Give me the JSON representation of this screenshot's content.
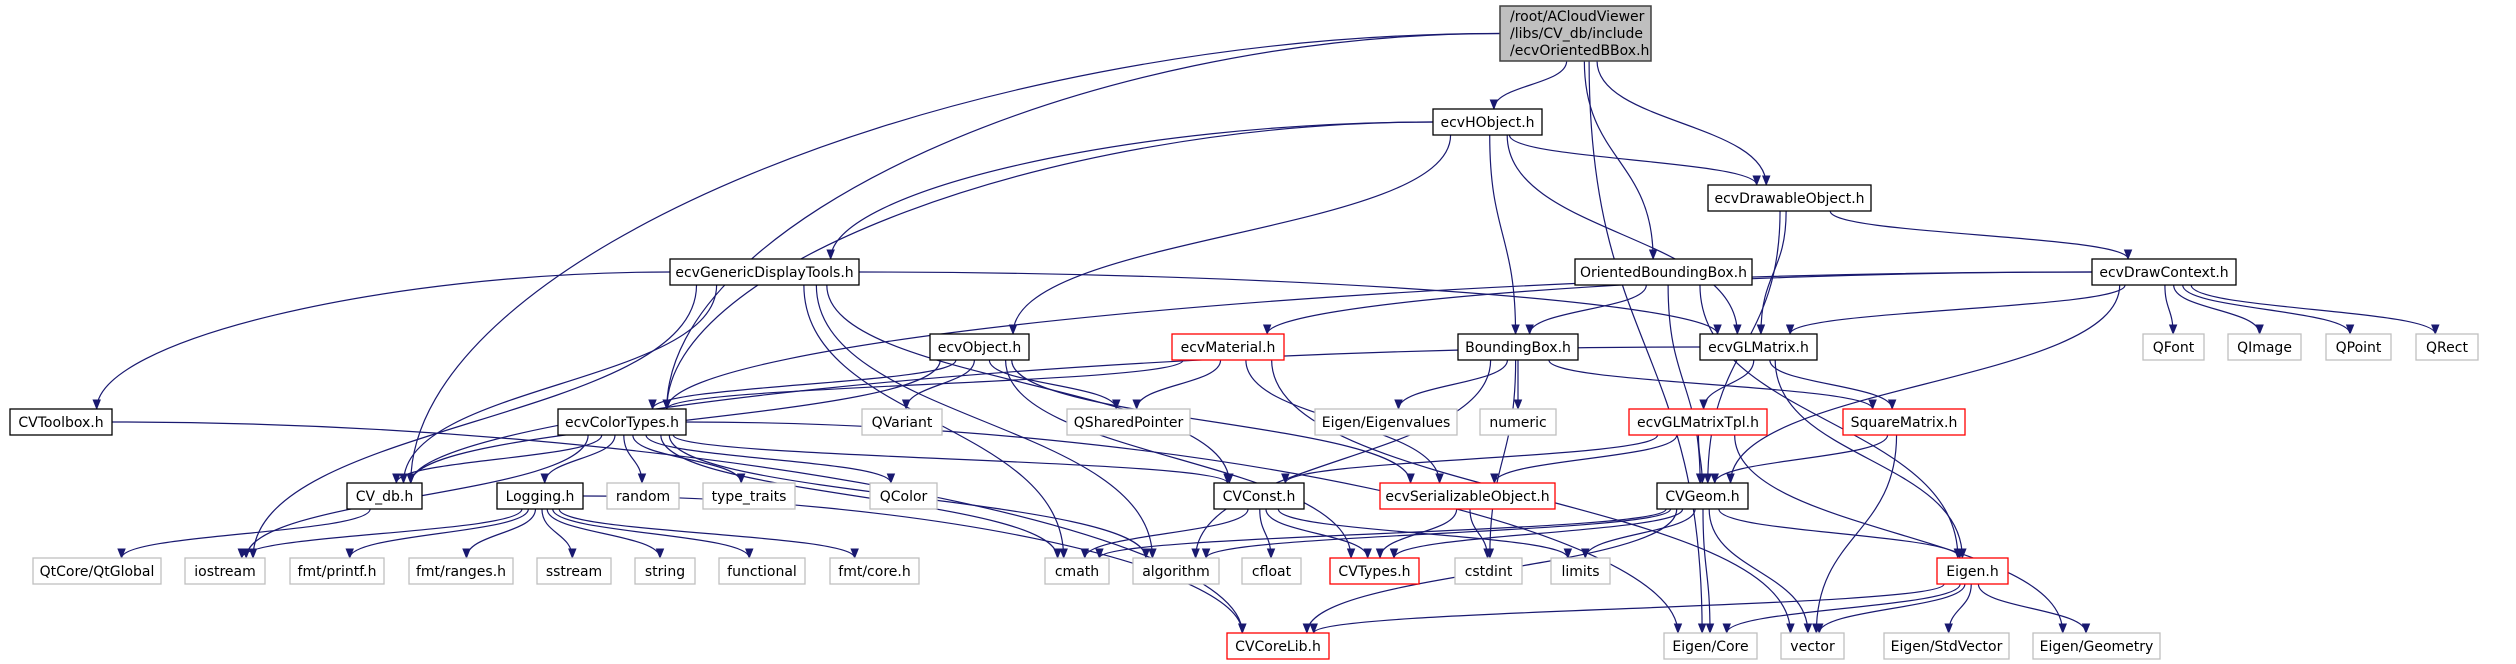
{
  "colors": {
    "edge": "#191970",
    "root_fill": "#bfbfbf",
    "root_border": "#404040",
    "documented_border": "#000000",
    "external_border": "#bfbfbf",
    "incomplete_border": "#ff0000",
    "external_text": "#000000"
  },
  "root": {
    "lines": [
      "/root/ACloudViewer",
      "/libs/CV_db/include",
      "/ecvOrientedBBox.h"
    ]
  },
  "nodes": [
    {
      "id": "ecvHObject",
      "label": "ecvHObject.h",
      "style": "documented"
    },
    {
      "id": "ecvDrawableObject",
      "label": "ecvDrawableObject.h",
      "style": "documented"
    },
    {
      "id": "ecvGenericDisplayTools",
      "label": "ecvGenericDisplayTools.h",
      "style": "documented"
    },
    {
      "id": "OrientedBoundingBox",
      "label": "OrientedBoundingBox.h",
      "style": "documented"
    },
    {
      "id": "ecvDrawContext",
      "label": "ecvDrawContext.h",
      "style": "documented"
    },
    {
      "id": "ecvObject",
      "label": "ecvObject.h",
      "style": "documented"
    },
    {
      "id": "ecvMaterial",
      "label": "ecvMaterial.h",
      "style": "incomplete"
    },
    {
      "id": "BoundingBox",
      "label": "BoundingBox.h",
      "style": "documented"
    },
    {
      "id": "ecvGLMatrix",
      "label": "ecvGLMatrix.h",
      "style": "documented"
    },
    {
      "id": "QFont",
      "label": "QFont",
      "style": "external"
    },
    {
      "id": "QImage",
      "label": "QImage",
      "style": "external"
    },
    {
      "id": "QPoint",
      "label": "QPoint",
      "style": "external"
    },
    {
      "id": "QRect",
      "label": "QRect",
      "style": "external"
    },
    {
      "id": "CVToolbox",
      "label": "CVToolbox.h",
      "style": "documented"
    },
    {
      "id": "ecvColorTypes",
      "label": "ecvColorTypes.h",
      "style": "documented"
    },
    {
      "id": "QVariant",
      "label": "QVariant",
      "style": "external"
    },
    {
      "id": "QSharedPointer",
      "label": "QSharedPointer",
      "style": "external"
    },
    {
      "id": "EigenEigenvalues",
      "label": "Eigen/Eigenvalues",
      "style": "external"
    },
    {
      "id": "numeric",
      "label": "numeric",
      "style": "external"
    },
    {
      "id": "ecvGLMatrixTpl",
      "label": "ecvGLMatrixTpl.h",
      "style": "incomplete"
    },
    {
      "id": "SquareMatrix",
      "label": "SquareMatrix.h",
      "style": "incomplete"
    },
    {
      "id": "CV_db",
      "label": "CV_db.h",
      "style": "documented"
    },
    {
      "id": "Logging",
      "label": "Logging.h",
      "style": "documented"
    },
    {
      "id": "random",
      "label": "random",
      "style": "external"
    },
    {
      "id": "type_traits",
      "label": "type_traits",
      "style": "external"
    },
    {
      "id": "QColor",
      "label": "QColor",
      "style": "external"
    },
    {
      "id": "CVConst",
      "label": "CVConst.h",
      "style": "documented"
    },
    {
      "id": "ecvSerializableObject",
      "label": "ecvSerializableObject.h",
      "style": "incomplete"
    },
    {
      "id": "CVGeom",
      "label": "CVGeom.h",
      "style": "documented"
    },
    {
      "id": "QtGlobal",
      "label": "QtCore/QtGlobal",
      "style": "external"
    },
    {
      "id": "iostream",
      "label": "iostream",
      "style": "external"
    },
    {
      "id": "fmtprintf",
      "label": "fmt/printf.h",
      "style": "external"
    },
    {
      "id": "fmtranges",
      "label": "fmt/ranges.h",
      "style": "external"
    },
    {
      "id": "sstream",
      "label": "sstream",
      "style": "external"
    },
    {
      "id": "string",
      "label": "string",
      "style": "external"
    },
    {
      "id": "functional",
      "label": "functional",
      "style": "external"
    },
    {
      "id": "fmtcore",
      "label": "fmt/core.h",
      "style": "external"
    },
    {
      "id": "cmath",
      "label": "cmath",
      "style": "external"
    },
    {
      "id": "algorithm",
      "label": "algorithm",
      "style": "external"
    },
    {
      "id": "cfloat",
      "label": "cfloat",
      "style": "external"
    },
    {
      "id": "CVTypes",
      "label": "CVTypes.h",
      "style": "incomplete"
    },
    {
      "id": "cstdint",
      "label": "cstdint",
      "style": "external"
    },
    {
      "id": "limits",
      "label": "limits",
      "style": "external"
    },
    {
      "id": "Eigenh",
      "label": "Eigen.h",
      "style": "incomplete"
    },
    {
      "id": "CVCoreLib",
      "label": "CVCoreLib.h",
      "style": "incomplete"
    },
    {
      "id": "EigenCore",
      "label": "Eigen/Core",
      "style": "external"
    },
    {
      "id": "vector",
      "label": "vector",
      "style": "external"
    },
    {
      "id": "EigenStdVector",
      "label": "Eigen/StdVector",
      "style": "external"
    },
    {
      "id": "EigenGeometry",
      "label": "Eigen/Geometry",
      "style": "external"
    }
  ],
  "edges": [
    [
      "root",
      "ecvHObject"
    ],
    [
      "root",
      "OrientedBoundingBox"
    ],
    [
      "root",
      "ecvDrawableObject"
    ],
    [
      "root",
      "CV_db"
    ],
    [
      "root",
      "ecvColorTypes"
    ],
    [
      "root",
      "EigenCore"
    ],
    [
      "ecvHObject",
      "ecvGenericDisplayTools"
    ],
    [
      "ecvHObject",
      "ecvObject"
    ],
    [
      "ecvHObject",
      "ecvColorTypes"
    ],
    [
      "ecvHObject",
      "BoundingBox"
    ],
    [
      "ecvHObject",
      "ecvGLMatrix"
    ],
    [
      "ecvHObject",
      "ecvDrawableObject"
    ],
    [
      "ecvDrawableObject",
      "ecvGLMatrix"
    ],
    [
      "ecvDrawableObject",
      "ecvDrawContext"
    ],
    [
      "ecvDrawableObject",
      "CVGeom"
    ],
    [
      "ecvDrawContext",
      "QFont"
    ],
    [
      "ecvDrawContext",
      "QImage"
    ],
    [
      "ecvDrawContext",
      "QPoint"
    ],
    [
      "ecvDrawContext",
      "QRect"
    ],
    [
      "ecvDrawContext",
      "ecvGLMatrix"
    ],
    [
      "ecvDrawContext",
      "ecvMaterial"
    ],
    [
      "ecvDrawContext",
      "CVGeom"
    ],
    [
      "ecvDrawContext",
      "ecvColorTypes"
    ],
    [
      "OrientedBoundingBox",
      "BoundingBox"
    ],
    [
      "OrientedBoundingBox",
      "CVGeom"
    ],
    [
      "OrientedBoundingBox",
      "Eigenh"
    ],
    [
      "ecvGenericDisplayTools",
      "CVToolbox"
    ],
    [
      "ecvGenericDisplayTools",
      "CV_db"
    ],
    [
      "ecvGenericDisplayTools",
      "iostream"
    ],
    [
      "ecvGenericDisplayTools",
      "ecvGLMatrix"
    ],
    [
      "ecvGenericDisplayTools",
      "CVConst"
    ],
    [
      "ecvGenericDisplayTools",
      "cmath"
    ],
    [
      "ecvGenericDisplayTools",
      "algorithm"
    ],
    [
      "ecvObject",
      "QVariant"
    ],
    [
      "ecvObject",
      "QSharedPointer"
    ],
    [
      "ecvObject",
      "ecvColorTypes"
    ],
    [
      "ecvObject",
      "CV_db"
    ],
    [
      "ecvObject",
      "CVTypes"
    ],
    [
      "ecvObject",
      "ecvSerializableObject"
    ],
    [
      "ecvMaterial",
      "QSharedPointer"
    ],
    [
      "ecvMaterial",
      "ecvSerializableObject"
    ],
    [
      "ecvMaterial",
      "ecvColorTypes"
    ],
    [
      "ecvMaterial",
      "vector"
    ],
    [
      "BoundingBox",
      "EigenEigenvalues"
    ],
    [
      "BoundingBox",
      "numeric"
    ],
    [
      "BoundingBox",
      "algorithm"
    ],
    [
      "BoundingBox",
      "cstdint"
    ],
    [
      "BoundingBox",
      "SquareMatrix"
    ],
    [
      "ecvGLMatrix",
      "ecvGLMatrixTpl"
    ],
    [
      "ecvGLMatrix",
      "SquareMatrix"
    ],
    [
      "ecvGLMatrix",
      "Eigenh"
    ],
    [
      "ecvGLMatrix",
      "CV_db"
    ],
    [
      "ecvGLMatrixTpl",
      "CVGeom"
    ],
    [
      "ecvGLMatrixTpl",
      "CVConst"
    ],
    [
      "ecvGLMatrixTpl",
      "ecvSerializableObject"
    ],
    [
      "ecvGLMatrixTpl",
      "EigenGeometry"
    ],
    [
      "SquareMatrix",
      "CVGeom"
    ],
    [
      "SquareMatrix",
      "vector"
    ],
    [
      "ecvColorTypes",
      "CV_db"
    ],
    [
      "ecvColorTypes",
      "Logging"
    ],
    [
      "ecvColorTypes",
      "random"
    ],
    [
      "ecvColorTypes",
      "type_traits"
    ],
    [
      "ecvColorTypes",
      "QColor"
    ],
    [
      "ecvColorTypes",
      "CVConst"
    ],
    [
      "ecvColorTypes",
      "algorithm"
    ],
    [
      "ecvColorTypes",
      "cmath"
    ],
    [
      "ecvColorTypes",
      "iostream"
    ],
    [
      "ecvColorTypes",
      "EigenCore"
    ],
    [
      "CV_db",
      "QtGlobal"
    ],
    [
      "CVToolbox",
      "CVCoreLib"
    ],
    [
      "Logging",
      "iostream"
    ],
    [
      "Logging",
      "fmtprintf"
    ],
    [
      "Logging",
      "fmtranges"
    ],
    [
      "Logging",
      "sstream"
    ],
    [
      "Logging",
      "string"
    ],
    [
      "Logging",
      "functional"
    ],
    [
      "Logging",
      "fmtcore"
    ],
    [
      "Logging",
      "CVCoreLib"
    ],
    [
      "CVConst",
      "cmath"
    ],
    [
      "CVConst",
      "cfloat"
    ],
    [
      "CVConst",
      "CVTypes"
    ],
    [
      "CVConst",
      "limits"
    ],
    [
      "ecvSerializableObject",
      "CVTypes"
    ],
    [
      "ecvSerializableObject",
      "cstdint"
    ],
    [
      "CVGeom",
      "cmath"
    ],
    [
      "CVGeom",
      "algorithm"
    ],
    [
      "CVGeom",
      "CVTypes"
    ],
    [
      "CVGeom",
      "limits"
    ],
    [
      "CVGeom",
      "Eigenh"
    ],
    [
      "CVGeom",
      "EigenCore"
    ],
    [
      "CVGeom",
      "vector"
    ],
    [
      "CVGeom",
      "CVCoreLib"
    ],
    [
      "Eigenh",
      "CVCoreLib"
    ],
    [
      "Eigenh",
      "EigenCore"
    ],
    [
      "Eigenh",
      "vector"
    ],
    [
      "Eigenh",
      "EigenStdVector"
    ],
    [
      "Eigenh",
      "EigenGeometry"
    ]
  ]
}
